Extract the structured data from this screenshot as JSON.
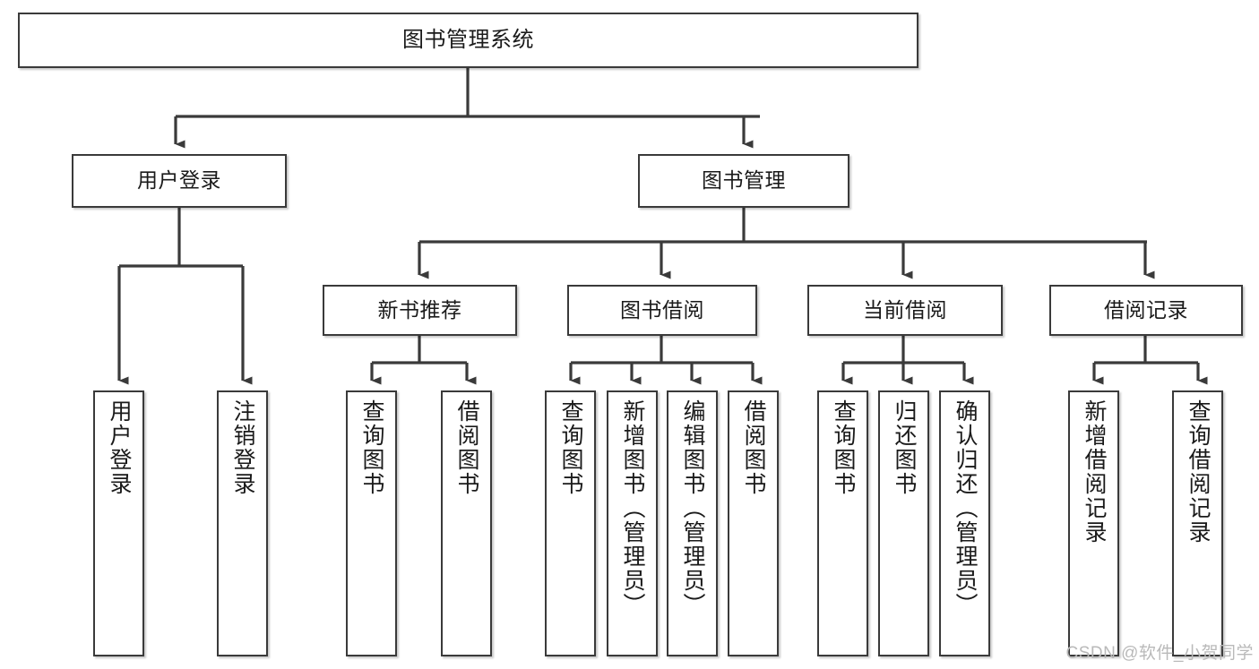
{
  "diagram": {
    "title": "图书管理系统",
    "type": "tree",
    "orientation": "top-down",
    "stroke_color": "#3a3a3a",
    "fill_color": "#ffffff",
    "text_color": "#1a1a1a"
  },
  "watermark": {
    "text": "CSDN @软件_小贺同学",
    "color": "#b9b9b9"
  },
  "nodes": {
    "root": {
      "label": "图书管理系统",
      "level": 1
    },
    "user_login": {
      "label": "用户登录",
      "level": 2
    },
    "book_mgmt": {
      "label": "图书管理",
      "level": 2
    },
    "new_book_rec": {
      "label": "新书推荐",
      "level": 3
    },
    "book_borrow": {
      "label": "图书借阅",
      "level": 3
    },
    "current_borrow": {
      "label": "当前借阅",
      "level": 3
    },
    "borrow_record": {
      "label": "借阅记录",
      "level": 3
    },
    "leaf_user_login": {
      "label": "用户登录",
      "level": 3,
      "parent": "用户登录"
    },
    "leaf_user_logout": {
      "label": "注销登录",
      "level": 3,
      "parent": "用户登录"
    },
    "leaf_rec_query": {
      "label": "查询图书",
      "level": 4,
      "parent": "新书推荐"
    },
    "leaf_rec_borrow": {
      "label": "借阅图书",
      "level": 4,
      "parent": "新书推荐"
    },
    "leaf_borrow_query": {
      "label": "查询图书",
      "level": 4,
      "parent": "图书借阅"
    },
    "leaf_borrow_add": {
      "label": "新增图书（管理员）",
      "level": 4,
      "parent": "图书借阅"
    },
    "leaf_borrow_edit": {
      "label": "编辑图书（管理员）",
      "level": 4,
      "parent": "图书借阅"
    },
    "leaf_borrow_do": {
      "label": "借阅图书",
      "level": 4,
      "parent": "图书借阅"
    },
    "leaf_cur_query": {
      "label": "查询图书",
      "level": 4,
      "parent": "当前借阅"
    },
    "leaf_cur_return": {
      "label": "归还图书",
      "level": 4,
      "parent": "当前借阅"
    },
    "leaf_cur_confirm": {
      "label": "确认归还（管理员）",
      "level": 4,
      "parent": "当前借阅"
    },
    "leaf_rec_add": {
      "label": "新增借阅记录",
      "level": 4,
      "parent": "借阅记录"
    },
    "leaf_rec_search": {
      "label": "查询借阅记录",
      "level": 4,
      "parent": "借阅记录"
    }
  }
}
